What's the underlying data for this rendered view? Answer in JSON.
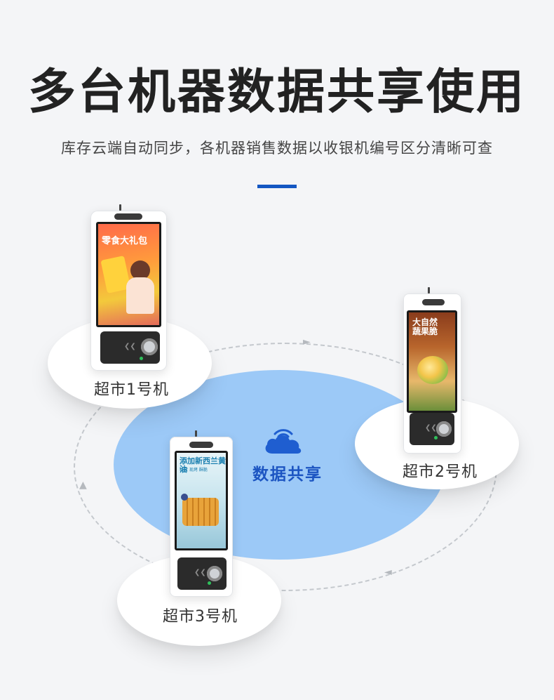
{
  "heading": {
    "title": "多台机器数据共享使用",
    "subtitle": "库存云端自动同步，各机器销售数据以收银机编号区分清晰可查"
  },
  "center": {
    "label": "数据共享",
    "icon": "cloud-wifi-icon"
  },
  "machines": [
    {
      "label": "超市1号机",
      "ad_title": "零食大礼包"
    },
    {
      "label": "超市2号机",
      "ad_title": "大自然蔬果脆"
    },
    {
      "label": "超市3号机",
      "ad_title": "添加新西兰黄油",
      "ad_subtitle": "松软 现烤 酥脆"
    }
  ],
  "colors": {
    "accent": "#1457c2",
    "blob": "#9cc9f7",
    "share_text": "#1c55c2"
  }
}
